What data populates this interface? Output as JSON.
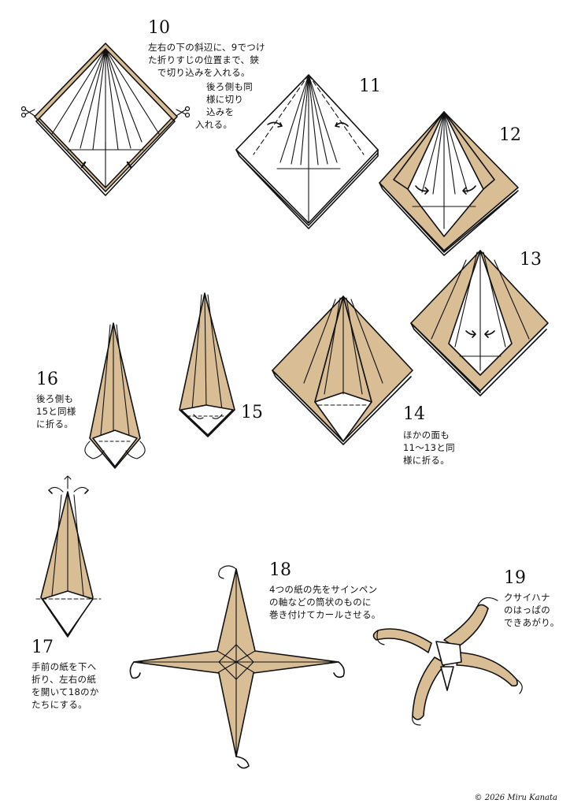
{
  "palette": {
    "paper": "#d9bd95",
    "line": "#111111",
    "background": "#ffffff"
  },
  "steps": [
    {
      "num": "10",
      "text": [
        "左右の下の斜辺に、9でつけ",
        "た折りすじの位置まで、鋏",
        "　で切り込みを入れる。",
        "後ろ側も同",
        "様に切り",
        "込みを",
        "入れる。"
      ]
    },
    {
      "num": "11",
      "text": []
    },
    {
      "num": "12",
      "text": []
    },
    {
      "num": "13",
      "text": []
    },
    {
      "num": "14",
      "text": [
        "ほかの面も",
        "11〜13と同",
        "様に折る。"
      ]
    },
    {
      "num": "15",
      "text": []
    },
    {
      "num": "16",
      "text": [
        "後ろ側も",
        "15と同様",
        "に折る。"
      ]
    },
    {
      "num": "17",
      "text": [
        "手前の紙を下へ",
        "折り、左右の紙",
        "を開いて18のか",
        "たちにする。"
      ]
    },
    {
      "num": "18",
      "text": [
        "4つの紙の先をサインペン",
        "の軸などの筒状のものに",
        "巻き付けてカールさせる。"
      ]
    },
    {
      "num": "19",
      "text": [
        "クサイハナ",
        "のはっぱの",
        "できあがり。"
      ]
    }
  ],
  "copyright": "© 2026 Miru Kanata",
  "icons": [
    "scissors-icon",
    "scissors-icon"
  ]
}
